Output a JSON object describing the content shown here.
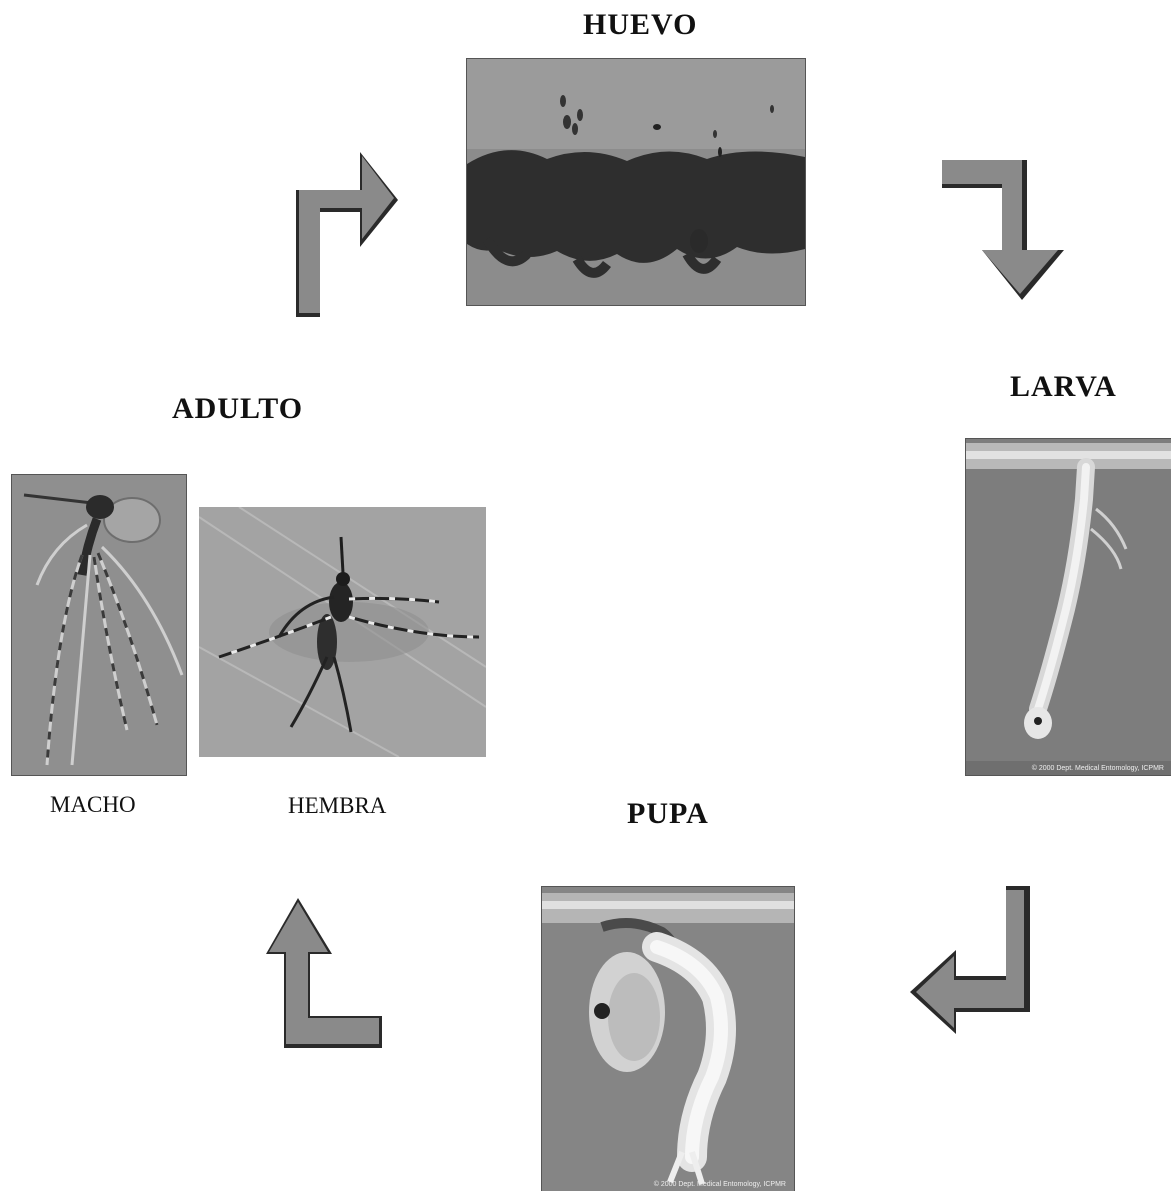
{
  "stages": {
    "huevo": {
      "title": "HUEVO"
    },
    "larva": {
      "title": "LARVA",
      "credit": "© 2000 Dept. Medical Entomology, ICPMR"
    },
    "pupa": {
      "title": "PUPA",
      "credit": "© 2000 Dept. Medical Entomology, ICPMR"
    },
    "adulto": {
      "title": "ADULTO",
      "macho_label": "MACHO",
      "hembra_label": "HEMBRA"
    }
  },
  "arrows": [
    {
      "name": "adulto-to-huevo",
      "direction": "up-then-right"
    },
    {
      "name": "huevo-to-larva",
      "direction": "right-then-down"
    },
    {
      "name": "larva-to-pupa",
      "direction": "down-then-left"
    },
    {
      "name": "pupa-to-adulto",
      "direction": "left-then-up"
    }
  ],
  "colors": {
    "arrow_fill": "#8a8a8a",
    "arrow_shadow": "#2a2a2a",
    "photo_bg": "#8e8e8e"
  }
}
